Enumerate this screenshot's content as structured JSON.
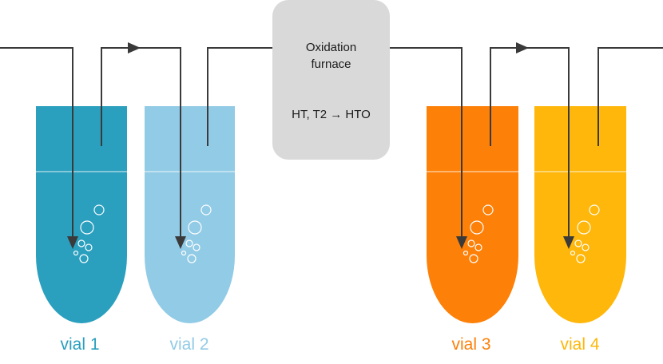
{
  "furnace": {
    "title_line1": "Oxidation",
    "title_line2": "furnace",
    "reaction": "HT, T2 → HTO",
    "fill_color": "#d9d9d9"
  },
  "vials": [
    {
      "label": "vial 1",
      "color": "#2a9fbe",
      "label_color": "#2a9fbe"
    },
    {
      "label": "vial 2",
      "color": "#92cbe6",
      "label_color": "#92cbe6"
    },
    {
      "label": "vial 3",
      "color": "#fd8008",
      "label_color": "#fd8008"
    },
    {
      "label": "vial 4",
      "color": "#feb70a",
      "label_color": "#feb70a"
    }
  ],
  "pipe_color": "#3a3a3a"
}
